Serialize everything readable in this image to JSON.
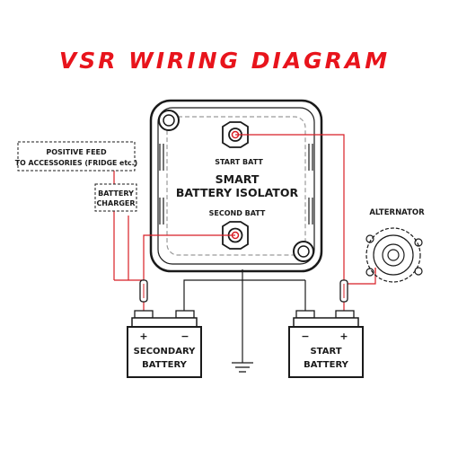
{
  "title": "VSR WIRING DIAGRAM",
  "colors": {
    "title": "#e8141c",
    "wire_red": "#d81f26",
    "outline": "#1a1a1a",
    "dashed_gray": "#9a9a9a"
  },
  "isolator": {
    "start_label": "START BATT",
    "name_line1": "SMART",
    "name_line2": "BATTERY ISOLATOR",
    "second_label": "SECOND BATT"
  },
  "labels": {
    "positive_feed_line1": "POSITIVE FEED",
    "positive_feed_line2": "TO ACCESSORIES (FRIDGE etc.)",
    "charger_line1": "BATTERY",
    "charger_line2": "CHARGER",
    "alternator": "ALTERNATOR"
  },
  "batteries": {
    "secondary_line1": "SECONDARY",
    "secondary_line2": "BATTERY",
    "start_line1": "START",
    "start_line2": "BATTERY",
    "plus": "+",
    "minus": "−"
  },
  "icons": [
    "ground-symbol-icon",
    "alternator-icon",
    "fuse-icon",
    "terminal-post-icon"
  ]
}
